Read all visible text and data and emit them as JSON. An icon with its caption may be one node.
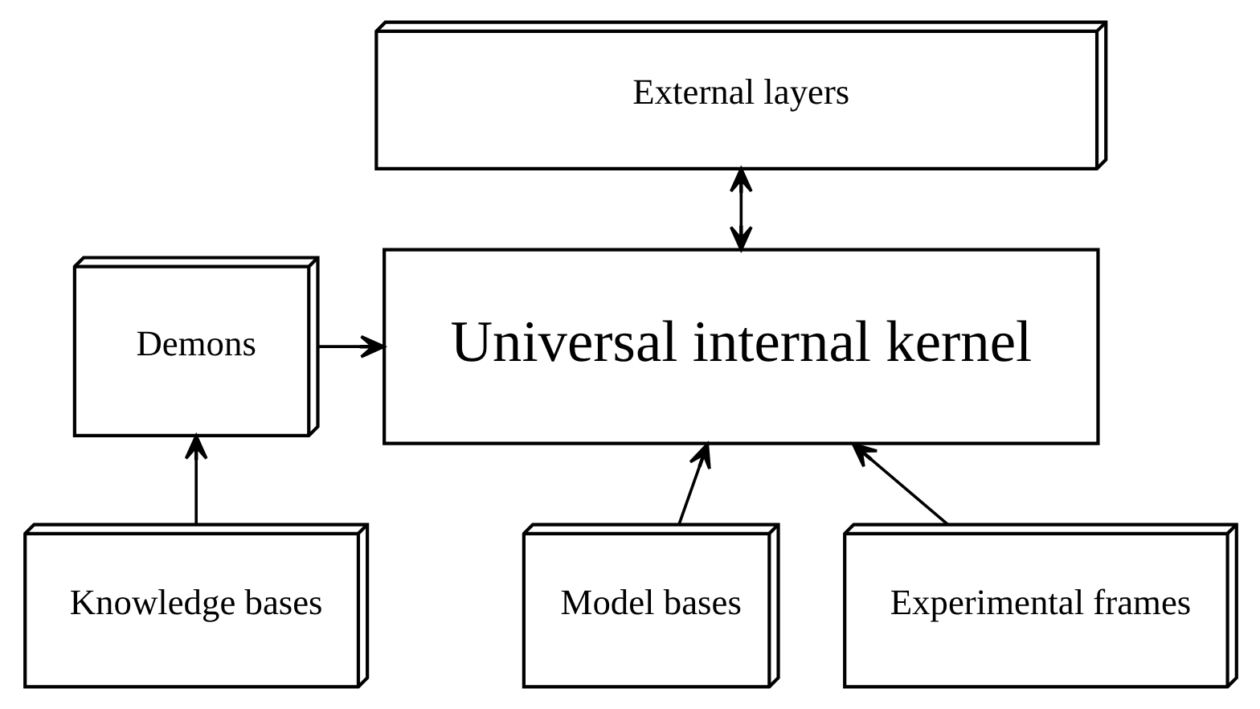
{
  "diagram": {
    "nodes": [
      {
        "text": [
          "External layers"
        ]
      },
      {
        "text": [
          "Universal internal kernel"
        ]
      },
      {
        "text": [
          "Demons"
        ]
      },
      {
        "text": [
          "Model bases"
        ]
      },
      {
        "text": [
          "Experimental frames"
        ]
      },
      {
        "text": [
          "Knowledge bases"
        ]
      }
    ],
    "edges": [
      {
        "from": 0,
        "to": 1,
        "arrow": "both"
      },
      {
        "from": 2,
        "to": 1,
        "arrow": "to"
      },
      {
        "from": 3,
        "to": 1,
        "arrow": "to"
      },
      {
        "from": 4,
        "to": 1,
        "arrow": "to"
      },
      {
        "from": 5,
        "to": 2,
        "arrow": "to"
      }
    ]
  }
}
